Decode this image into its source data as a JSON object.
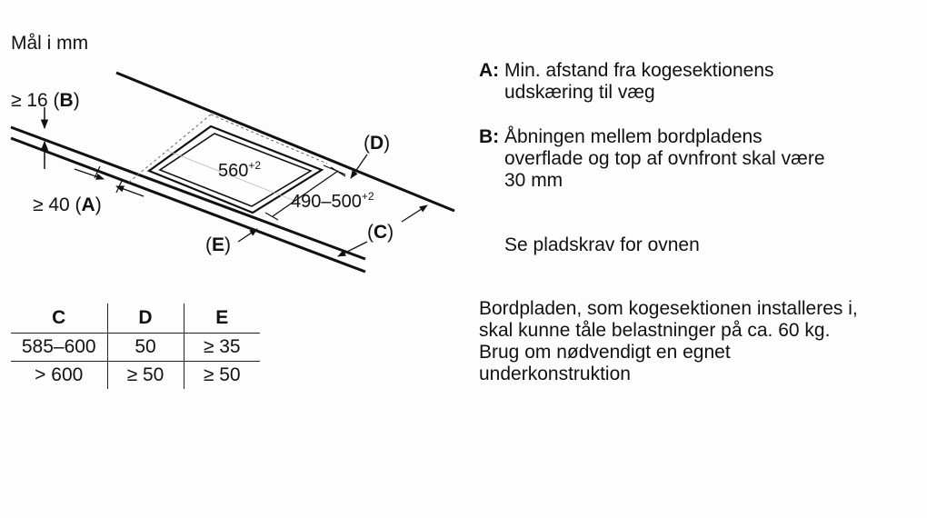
{
  "unit_label": "Mål i mm",
  "diagram": {
    "label_B": {
      "prefix": "≥ 16 (",
      "letter": "B",
      "suffix": ")"
    },
    "label_A": {
      "prefix": "≥ 40 (",
      "letter": "A",
      "suffix": ")"
    },
    "label_D": {
      "prefix": "(",
      "letter": "D",
      "suffix": ")"
    },
    "label_C": {
      "prefix": "(",
      "letter": "C",
      "suffix": ")"
    },
    "label_E": {
      "prefix": "(",
      "letter": "E",
      "suffix": ")"
    },
    "width_dim": {
      "value": "560",
      "tolerance": "+2"
    },
    "depth_dim": {
      "value": "490–500",
      "tolerance": "+2"
    }
  },
  "table": {
    "headers": [
      "C",
      "D",
      "E"
    ],
    "rows": [
      [
        "585–600",
        "50",
        "≥ 35"
      ],
      [
        "> 600",
        "≥ 50",
        "≥ 50"
      ]
    ]
  },
  "legend": {
    "A": {
      "key": "A:",
      "text": "Min. afstand fra kogesektionens\nudskæring til væg"
    },
    "B": {
      "key": "B:",
      "text": "Åbningen mellem bordpladens\noverflade og top af ovnfront skal være\n30 mm"
    }
  },
  "oven_note": "Se pladskrav for ovnen",
  "worktop_note": "Bordpladen, som kogesektionen installeres i,\nskal kunne tåle belastninger på ca. 60 kg.\nBrug om nødvendigt en egnet\nunderkonstruktion"
}
